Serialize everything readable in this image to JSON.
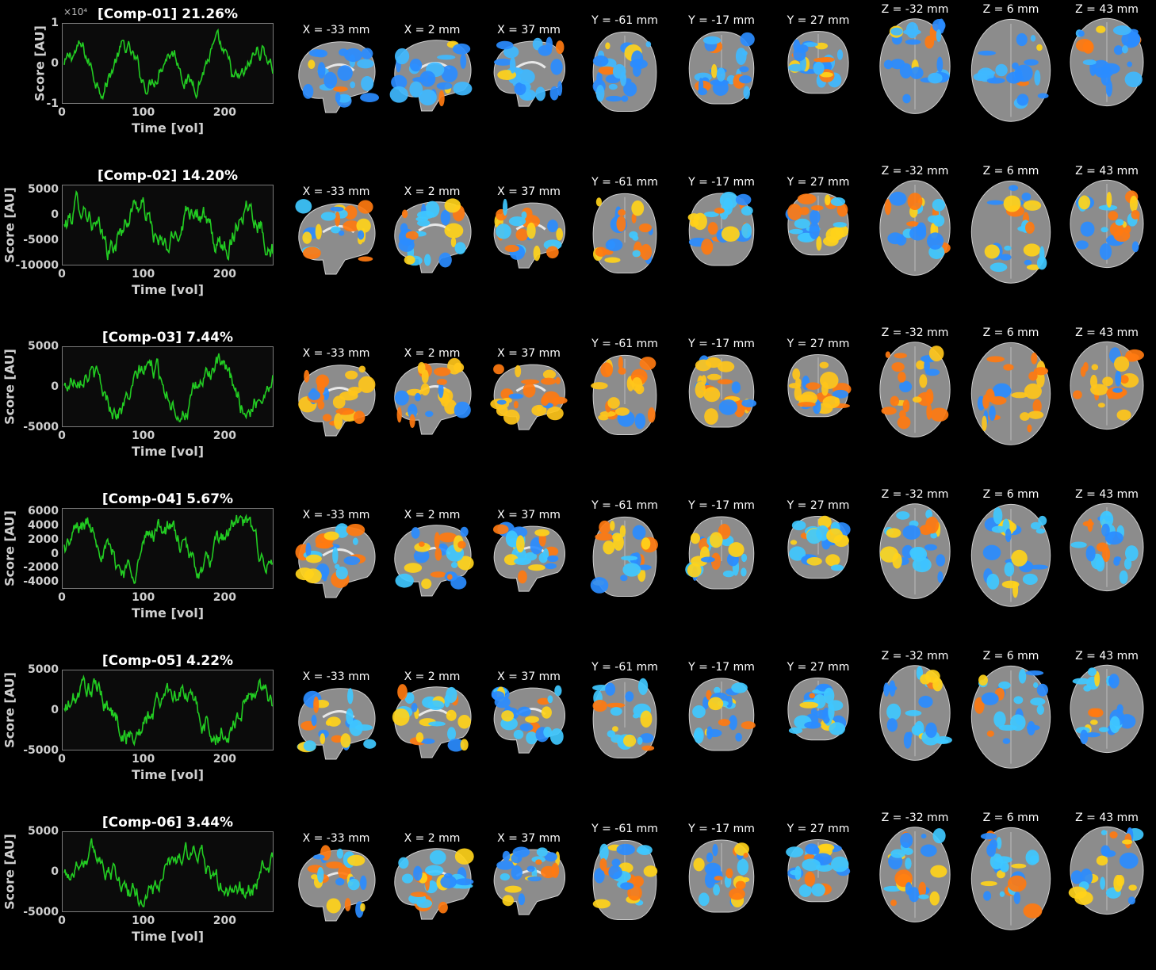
{
  "colors": {
    "background": "#000000",
    "trace": "#22cc22",
    "axis": "#cfcfcf",
    "positive": "#ff9a1e",
    "negative": "#2aa0ff"
  },
  "axis": {
    "xlabel": "Time [vol]",
    "ylabel": "Score [AU]",
    "xticks": [
      "0",
      "100",
      "200"
    ],
    "xlim": [
      0,
      260
    ]
  },
  "slice_labels": [
    "X = -33 mm",
    "X = 2 mm",
    "X = 37 mm",
    "Y = -61 mm",
    "Y = -17 mm",
    "Y = 27 mm",
    "Z = -32 mm",
    "Z = 6 mm",
    "Z = 43 mm"
  ],
  "slice_views": [
    "sagittal",
    "sagittal",
    "sagittal",
    "coronal",
    "coronal",
    "coronal",
    "axial",
    "axial",
    "axial"
  ],
  "components": [
    {
      "title": "[Comp-01] 21.26%",
      "exponent": "×10⁴",
      "yticks": [
        "1",
        "0",
        "-1"
      ],
      "ylim": [
        -1,
        1
      ],
      "scheme": "blue"
    },
    {
      "title": "[Comp-02] 14.20%",
      "exponent": "",
      "yticks": [
        "5000",
        "0",
        "-5000",
        "-10000"
      ],
      "ylim": [
        -10000,
        6000
      ],
      "scheme": "mixed"
    },
    {
      "title": "[Comp-03] 7.44%",
      "exponent": "",
      "yticks": [
        "5000",
        "0",
        "-5000"
      ],
      "ylim": [
        -5000,
        5000
      ],
      "scheme": "warm"
    },
    {
      "title": "[Comp-04] 5.67%",
      "exponent": "",
      "yticks": [
        "6000",
        "4000",
        "2000",
        "0",
        "-2000",
        "-4000"
      ],
      "ylim": [
        -5000,
        6500
      ],
      "scheme": "mixed"
    },
    {
      "title": "[Comp-05] 4.22%",
      "exponent": "",
      "yticks": [
        "5000",
        "0",
        "-5000"
      ],
      "ylim": [
        -5000,
        5000
      ],
      "scheme": "bluemix"
    },
    {
      "title": "[Comp-06] 3.44%",
      "exponent": "",
      "yticks": [
        "5000",
        "0",
        "-5000"
      ],
      "ylim": [
        -5000,
        5000
      ],
      "scheme": "bluemix"
    }
  ]
}
